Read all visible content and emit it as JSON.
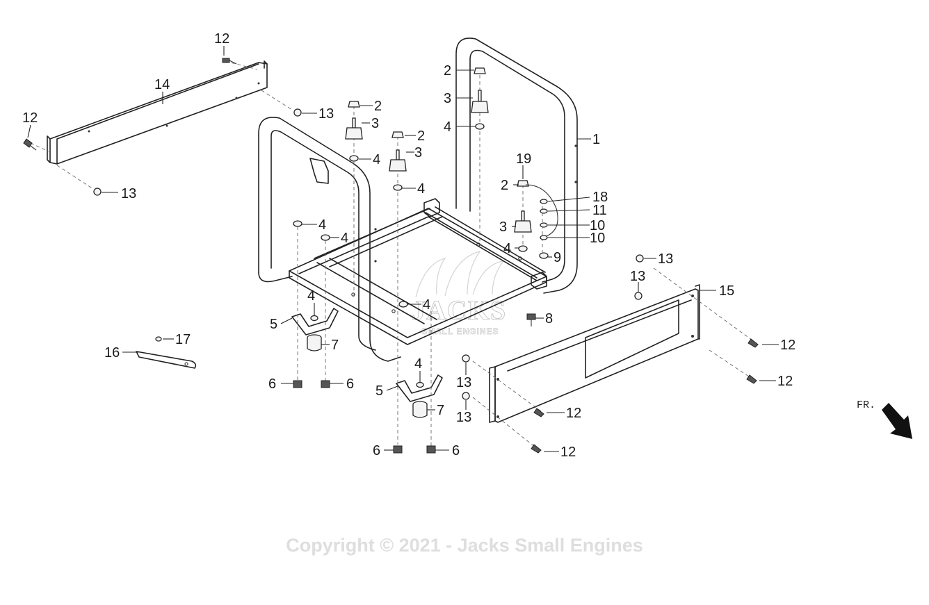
{
  "diagram": {
    "callouts": {
      "c1": "1",
      "c2a": "2",
      "c2b": "2",
      "c2c": "2",
      "c2d": "2",
      "c3a": "3",
      "c3b": "3",
      "c3c": "3",
      "c3d": "3",
      "c4a": "4",
      "c4b": "4",
      "c4c": "4",
      "c4d": "4",
      "c4e": "4",
      "c4f": "4",
      "c4g": "4",
      "c4h": "4",
      "c4i": "4",
      "c5a": "5",
      "c5b": "5",
      "c6a": "6",
      "c6b": "6",
      "c6c": "6",
      "c6d": "6",
      "c7a": "7",
      "c7b": "7",
      "c8": "8",
      "c9": "9",
      "c10a": "10",
      "c10b": "10",
      "c11": "11",
      "c12a": "12",
      "c12b": "12",
      "c12c": "12",
      "c12d": "12",
      "c12e": "12",
      "c12f": "12",
      "c13a": "13",
      "c13b": "13",
      "c13c": "13",
      "c13d": "13",
      "c13e": "13",
      "c13f": "13",
      "c14": "14",
      "c15": "15",
      "c16": "16",
      "c17": "17",
      "c18": "18",
      "c19": "19"
    },
    "front_indicator": "FR.",
    "watermark": {
      "brand": "JACKS",
      "tagline": "SMALL ENGINES",
      "copyright": "Copyright © 2021 - Jacks Small Engines"
    }
  }
}
